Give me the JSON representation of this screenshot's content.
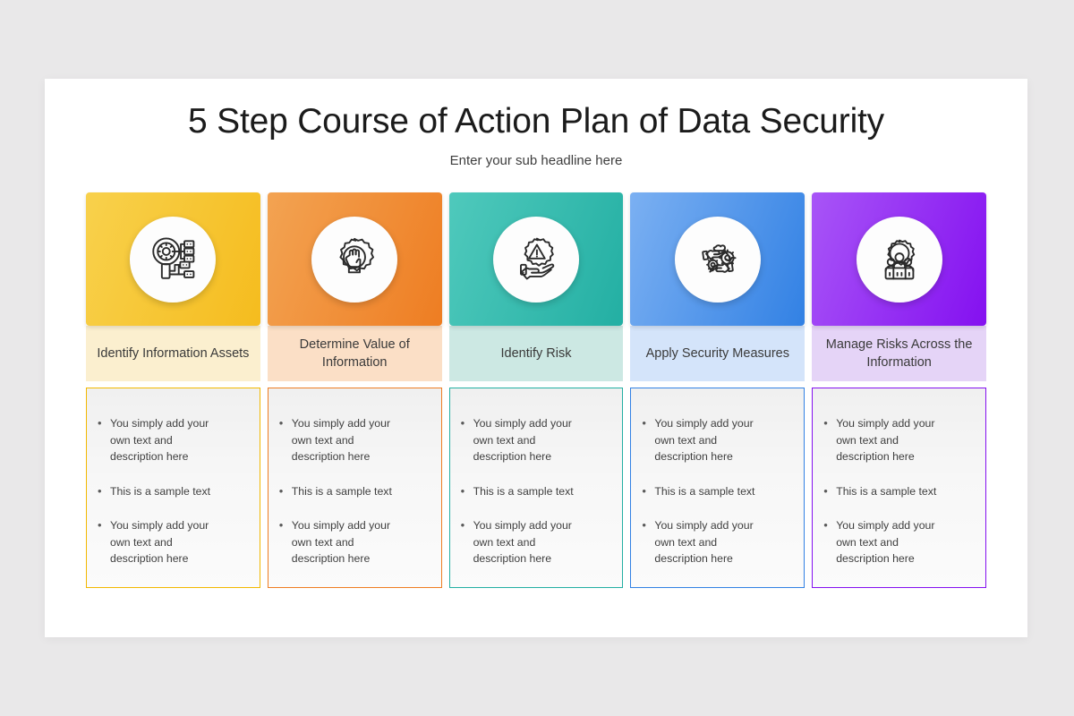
{
  "slide": {
    "title": "5 Step Course of Action Plan of Data Security",
    "subtitle": "Enter your sub headline here",
    "background_color": "#e9e8e9",
    "canvas_color": "#ffffff"
  },
  "bullet_marker": "•",
  "steps": [
    {
      "label": "Identify Information Assets",
      "icon": "magnifier-gear-network-icon",
      "color_start": "#F8D14C",
      "color_end": "#F5BC1E",
      "tint": "#FBEFCF",
      "border": "#F2B800",
      "bullets": [
        "You simply add your own text and description here",
        "This is a sample text",
        "You simply add your own text and description here"
      ]
    },
    {
      "label": "Determine Value of Information",
      "icon": "fist-in-gear-icon",
      "color_start": "#F3A352",
      "color_end": "#EE7D22",
      "tint": "#FBDFC6",
      "border": "#EE7D22",
      "bullets": [
        "You simply add your own text and description here",
        "This is a sample text",
        "You simply add your own text and description here"
      ]
    },
    {
      "label": "Identify Risk",
      "icon": "hand-gear-warning-icon",
      "color_start": "#4FC9BC",
      "color_end": "#23AFA3",
      "tint": "#CCE8E3",
      "border": "#23AFA3",
      "bullets": [
        "You simply add your own text and description here",
        "This is a sample text",
        "You simply add your own text and description here"
      ]
    },
    {
      "label": "Apply Security Measures",
      "icon": "hands-exchange-gears-icon",
      "color_start": "#7BB0F2",
      "color_end": "#3281E4",
      "tint": "#D4E4FA",
      "border": "#3281E4",
      "bullets": [
        "You simply add your own text and description here",
        "This is a sample text",
        "You simply add your own text and description here"
      ]
    },
    {
      "label": "Manage Risks Across the Information",
      "icon": "people-group-gear-icon",
      "color_start": "#A855F7",
      "color_end": "#8410F0",
      "tint": "#E5D4F7",
      "border": "#8410F0",
      "bullets": [
        "You simply add your own text and description here",
        "This is a sample text",
        "You simply add your own text and description here"
      ]
    }
  ]
}
